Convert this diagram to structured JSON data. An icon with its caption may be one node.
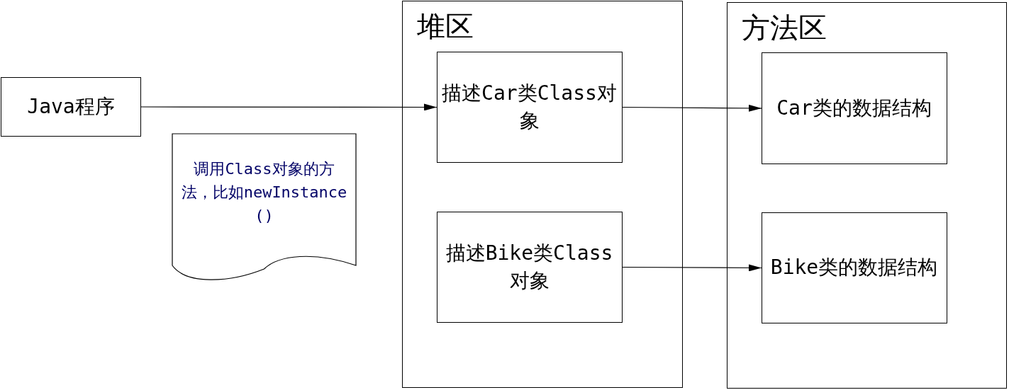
{
  "diagram": {
    "nodes": [
      {
        "text": [
          "堆区"
        ]
      },
      {
        "text": [
          "方法区"
        ]
      },
      {
        "text": [
          "Java程序"
        ]
      },
      {
        "text": [
          "描述Car类Class对象"
        ],
        "in": 0
      },
      {
        "text": [
          "描述Bike类Class对象"
        ],
        "in": 0
      },
      {
        "text": [
          "Car类的数据结构"
        ],
        "in": 1
      },
      {
        "text": [
          "Bike类的数据结构"
        ],
        "in": 1
      },
      {
        "text": [
          "调用Class对象的方法，比如newInstance()"
        ]
      }
    ],
    "edges": [
      {
        "from": 2,
        "to": 3,
        "arrow": "to"
      },
      {
        "from": 3,
        "to": 5,
        "arrow": "to"
      },
      {
        "from": 4,
        "to": 6,
        "arrow": "to"
      }
    ]
  }
}
